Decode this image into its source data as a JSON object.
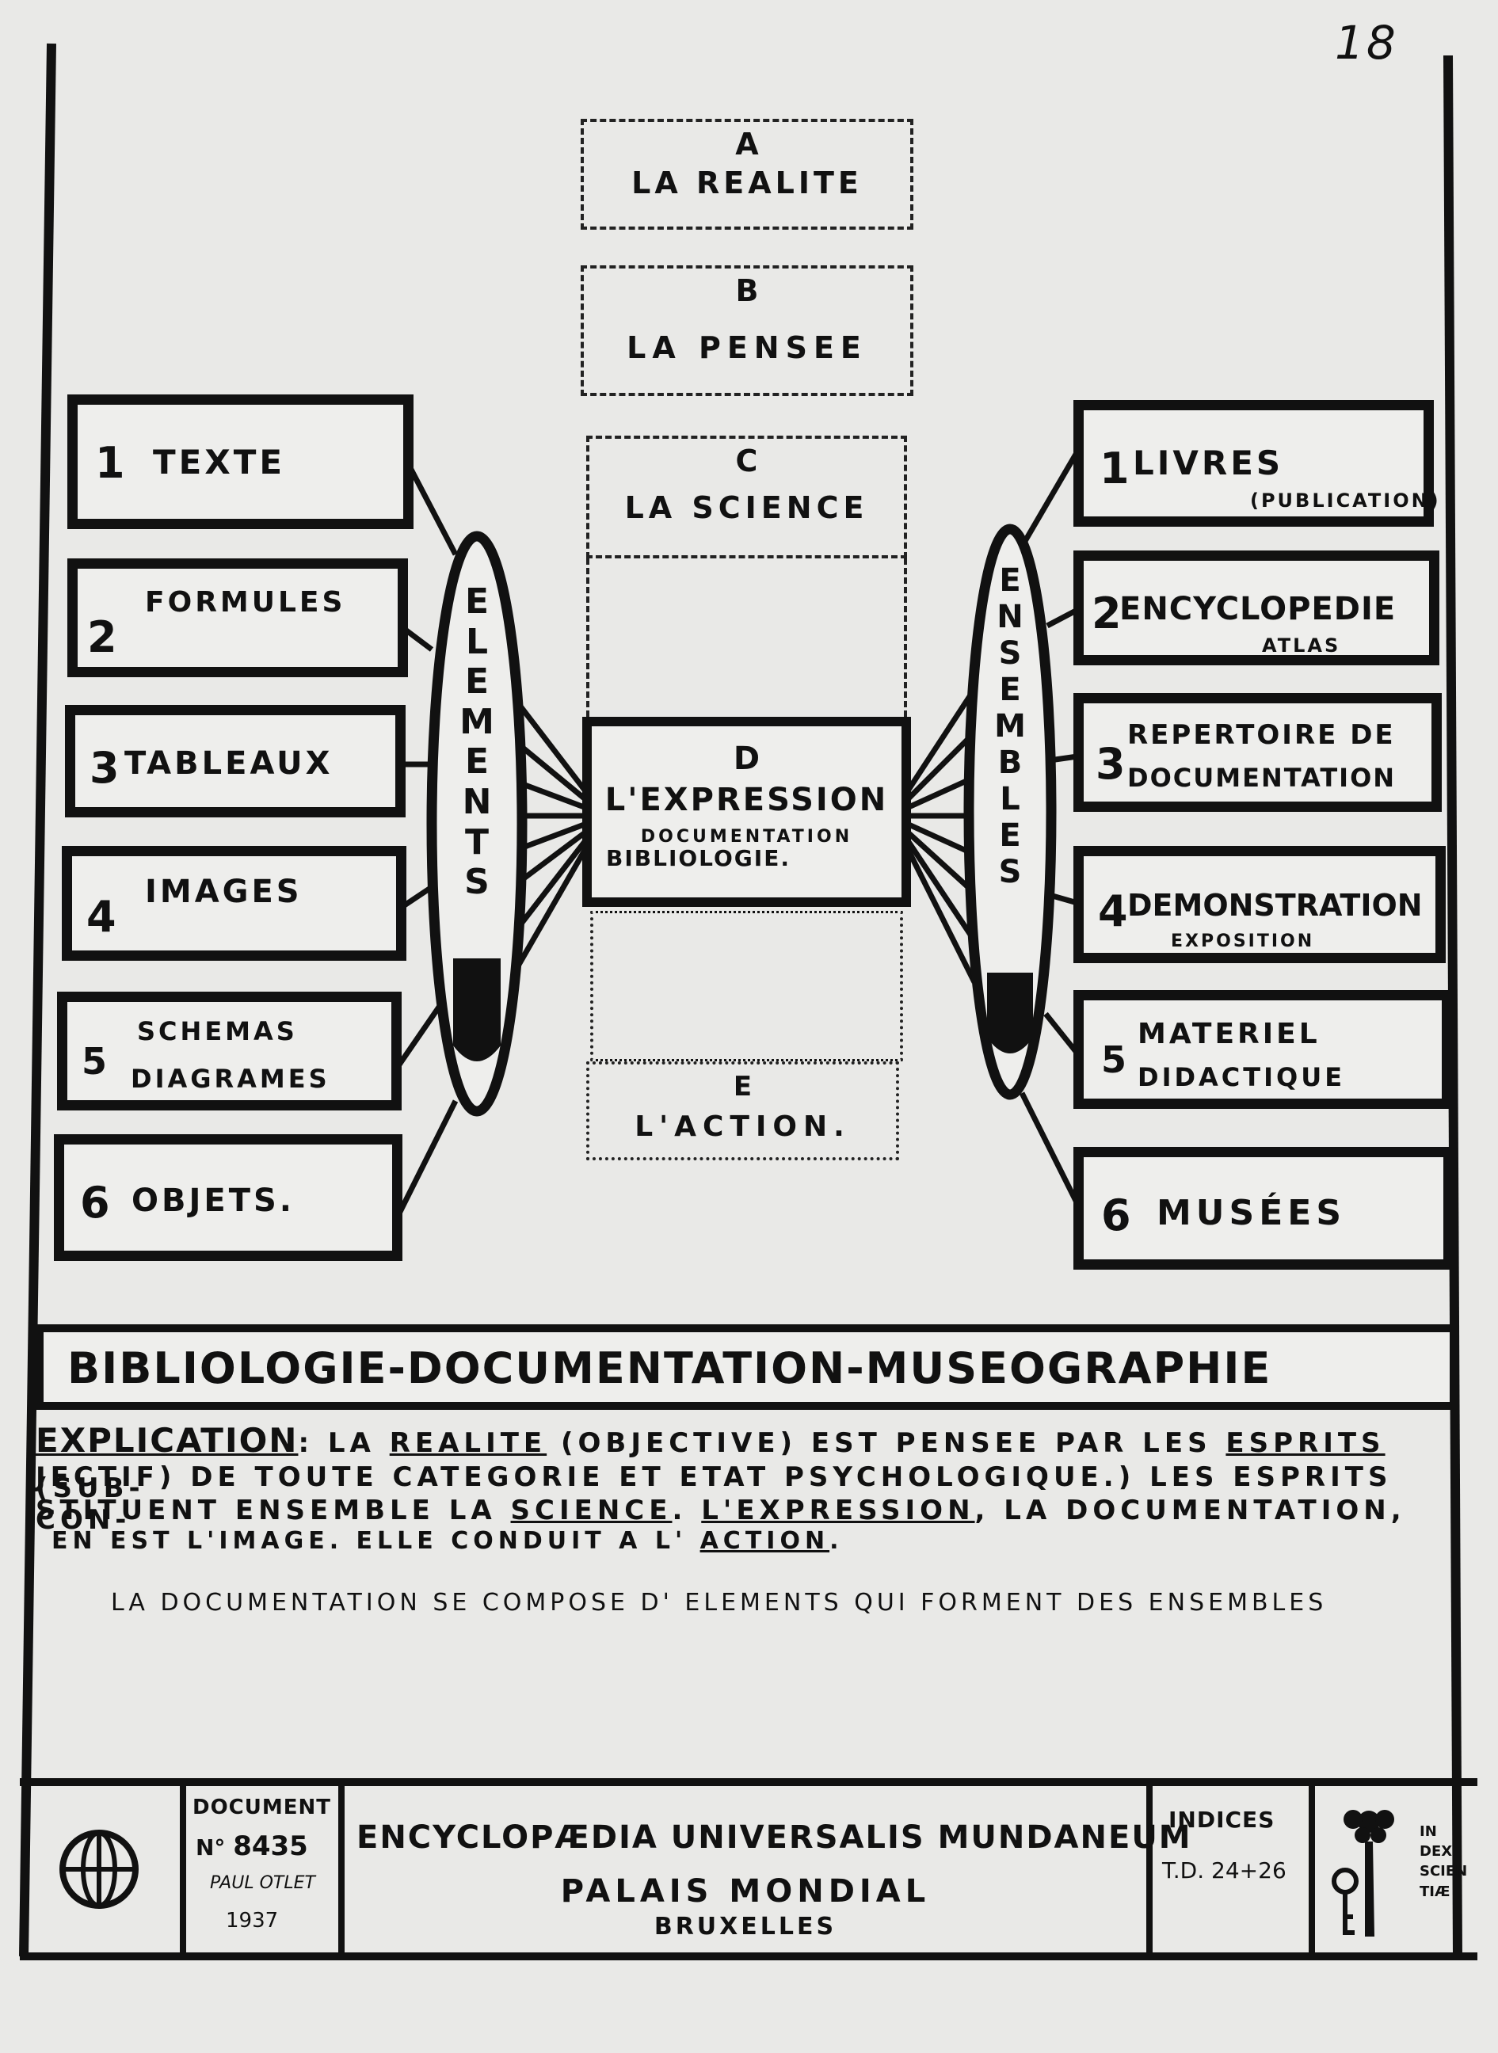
{
  "page_number": "18",
  "realms": {
    "a": {
      "letter": "A",
      "label": "LA REALITE"
    },
    "b": {
      "letter": "B",
      "label": "LA PENSEE"
    },
    "c": {
      "letter": "C",
      "label": "LA SCIENCE"
    },
    "d": {
      "letter": "D",
      "label": "L'EXPRESSION",
      "sub1": "DOCUMENTATION",
      "sub2": "BIBLIOLOGIE."
    },
    "e": {
      "letter": "E",
      "label": "L'ACTION."
    }
  },
  "elements": {
    "title": [
      "E",
      "L",
      "E",
      "M",
      "E",
      "N",
      "T",
      "S"
    ],
    "items": [
      {
        "num": "1",
        "label": "TEXTE",
        "sub": ""
      },
      {
        "num": "2",
        "label": "FORMULES",
        "sub": ""
      },
      {
        "num": "3",
        "label": "TABLEAUX",
        "sub": ""
      },
      {
        "num": "4",
        "label": "IMAGES",
        "sub": ""
      },
      {
        "num": "5",
        "label": "SCHEMAS",
        "sub": "DIAGRAMES"
      },
      {
        "num": "6",
        "label": "OBJETS.",
        "sub": ""
      }
    ]
  },
  "ensembles": {
    "title": [
      "E",
      "N",
      "S",
      "E",
      "M",
      "B",
      "L",
      "E",
      "S"
    ],
    "items": [
      {
        "num": "1",
        "label": "LIVRES",
        "sub": "(PUBLICATION)"
      },
      {
        "num": "2",
        "label": "ENCYCLOPEDIE",
        "sub": "ATLAS"
      },
      {
        "num": "3",
        "label": "REPERTOIRE DE",
        "sub": "DOCUMENTATION"
      },
      {
        "num": "4",
        "label": "DEMONSTRATION",
        "sub": "EXPOSITION"
      },
      {
        "num": "5",
        "label": "MATERIEL",
        "sub": "DIDACTIQUE"
      },
      {
        "num": "6",
        "label": "MUSÉES",
        "sub": ""
      }
    ]
  },
  "banner": "BIBLIOLOGIE-DOCUMENTATION-MUSEOGRAPHIE",
  "explication": {
    "heading": "EXPLICATION",
    "line1_a": ": LA ",
    "line1_b": "REALITE",
    "line1_c": " (OBJECTIVE) EST PENSEE PAR LES ",
    "line1_d": "ESPRITS",
    "line1_e": " (SUB-",
    "line2": "JECTIF) DE TOUTE CATEGORIE ET ETAT PSYCHOLOGIQUE.) LES ESPRITS CON-",
    "line3_a": "STITUENT ENSEMBLE LA ",
    "line3_b": "SCIENCE",
    "line3_c": ". ",
    "line3_d": "L'EXPRESSION",
    "line3_e": ", LA DOCUMENTATION,",
    "line4_a": "EN EST L'IMAGE. ELLE CONDUIT A L' ",
    "line4_b": "ACTION",
    "line4_c": ".",
    "summary": "LA DOCUMENTATION SE COMPOSE D' ELEMENTS QUI FORMENT DES ENSEMBLES"
  },
  "footer": {
    "doc_label": "DOCUMENT",
    "doc_number_label": "N°",
    "doc_number": "8435",
    "author": "PAUL OTLET",
    "year": "1937",
    "institution": "ENCYCLOPÆDIA UNIVERSALIS MUNDANEUM",
    "place": "PALAIS MONDIAL",
    "city": "BRUXELLES",
    "indices_label": "INDICES",
    "indices_value": "T.D. 24+26",
    "emblem_text": [
      "IN",
      "DEX",
      "SCIEN",
      "TIÆ"
    ]
  }
}
